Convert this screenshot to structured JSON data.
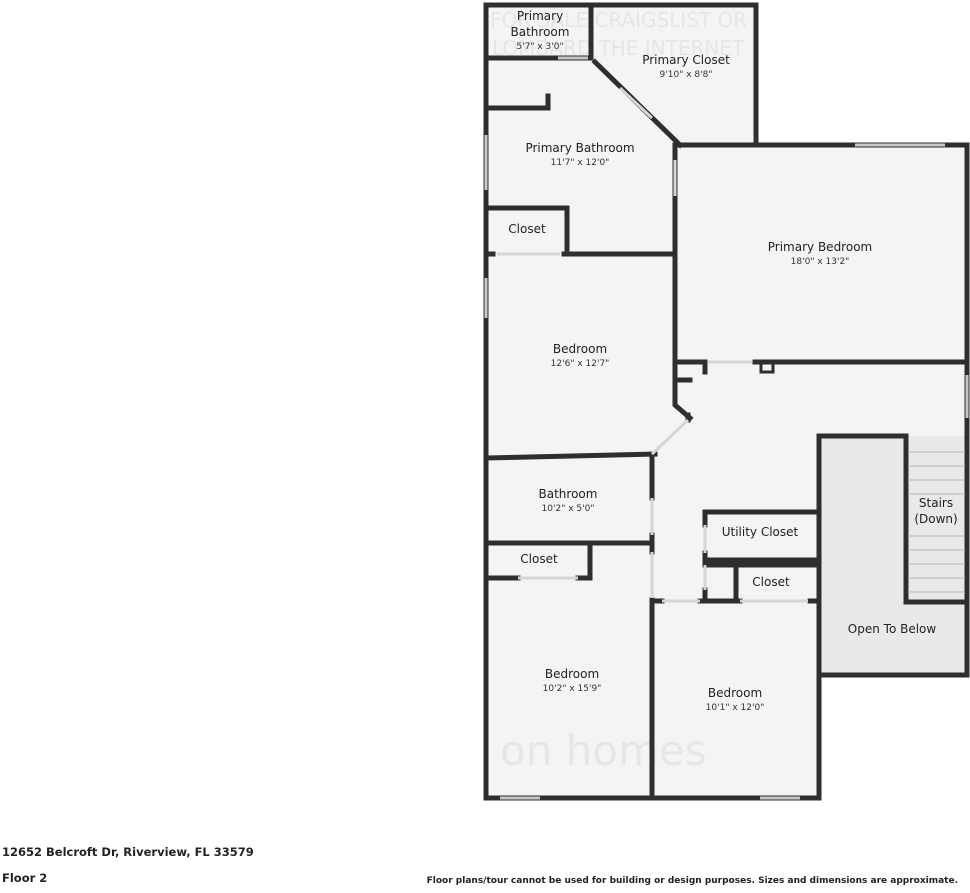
{
  "watermarks": {
    "top": "FOR SALE CRAIGSLIST OR",
    "top2": "LOMBARD THE INTERNET",
    "bottom": "on homes"
  },
  "rooms": {
    "primary_bath_small": {
      "name": "Primary\nBathroom",
      "line1": "Primary",
      "line2": "Bathroom",
      "dim": "5'7\" x 3'0\""
    },
    "primary_closet": {
      "name": "Primary Closet",
      "dim": "9'10\" x 8'8\""
    },
    "primary_bath": {
      "name": "Primary Bathroom",
      "dim": "11'7\" x 12'0\""
    },
    "closet_top": {
      "name": "Closet"
    },
    "primary_bedroom": {
      "name": "Primary Bedroom",
      "dim": "18'0\" x 13'2\""
    },
    "bedroom_mid": {
      "name": "Bedroom",
      "dim": "12'6\" x 12'7\""
    },
    "bathroom": {
      "name": "Bathroom",
      "dim": "10'2\" x 5'0\""
    },
    "utility_closet": {
      "name": "Utility Closet"
    },
    "stairs": {
      "line1": "Stairs",
      "line2": "(Down)"
    },
    "closet_left": {
      "name": "Closet"
    },
    "closet_right": {
      "name": "Closet"
    },
    "open_to_below": {
      "name": "Open To Below"
    },
    "bedroom_left": {
      "name": "Bedroom",
      "dim": "10'2\" x 15'9\""
    },
    "bedroom_right": {
      "name": "Bedroom",
      "dim": "10'1\" x 12'0\""
    }
  },
  "footer": {
    "address": "12652 Belcroft Dr, Riverview, FL 33579",
    "floor": "Floor 2",
    "disclaimer": "Floor plans/tour cannot be used for building or design purposes. Sizes and dimensions are approximate."
  },
  "colors": {
    "wall": "#2e2e2e",
    "floor": "#f4f4f4",
    "open_below": "#e9e9e9",
    "window": "#c8c8c8"
  }
}
